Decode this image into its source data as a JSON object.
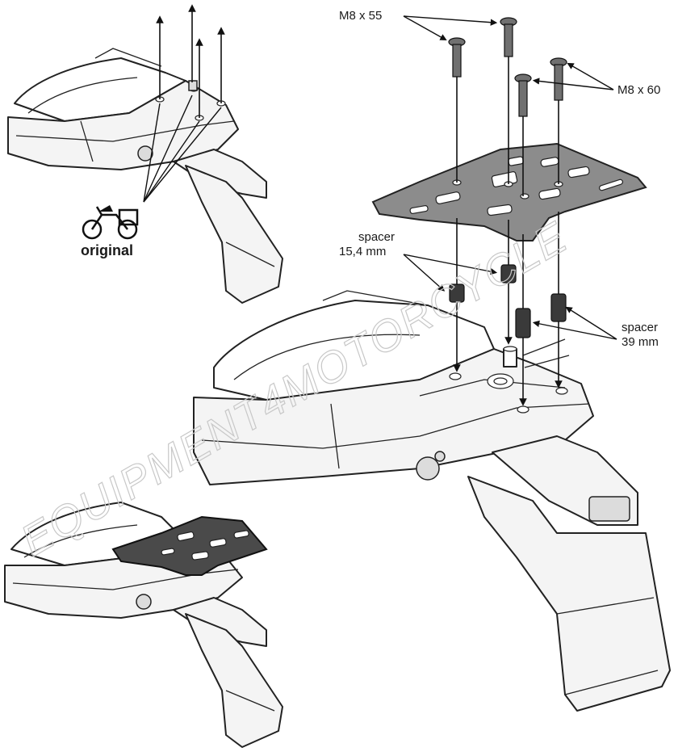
{
  "labels": {
    "bolt_short": "M8 x 55",
    "bolt_long": "M8 x 60",
    "spacer_short_title": "spacer",
    "spacer_short_size": "15,4 mm",
    "spacer_long_title": "spacer",
    "spacer_long_size": "39 mm",
    "original": "original"
  },
  "watermark": "EQUIPMENT4MOTORCYCLE",
  "colors": {
    "line": "#222222",
    "plate": "#8c8c8c",
    "plate_installed": "#4a4a4a",
    "spacer": "#3a3a3a",
    "watermark": "#c8c8c8"
  },
  "icons": [
    "motorcycle-icon",
    "arrow-up-icon",
    "arrow-down-icon"
  ]
}
